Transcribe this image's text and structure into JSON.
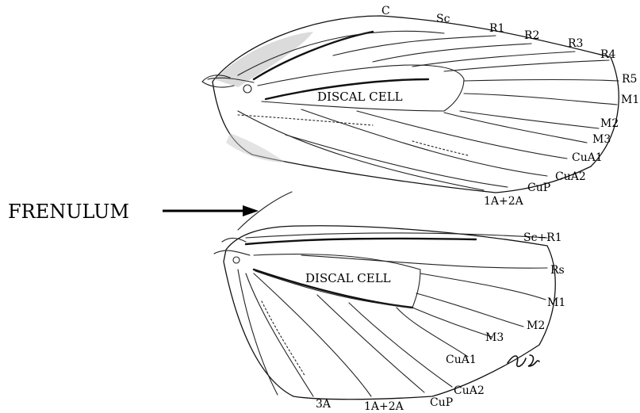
{
  "forewing": {
    "discal_cell": "DISCAL CELL",
    "veins": [
      "C",
      "Sc",
      "R1",
      "R2",
      "R3",
      "R4",
      "R5",
      "M1",
      "M2",
      "M3",
      "CuA1",
      "CuA2",
      "CuP",
      "1A+2A"
    ]
  },
  "hindwing": {
    "discal_cell": "DISCAL CELL",
    "veins": [
      "Sc+R1",
      "Rs",
      "M1",
      "M2",
      "M3",
      "CuA1",
      "CuA2",
      "CuP",
      "1A+2A",
      "3A"
    ]
  },
  "frenulum_label": "FRENULUM"
}
